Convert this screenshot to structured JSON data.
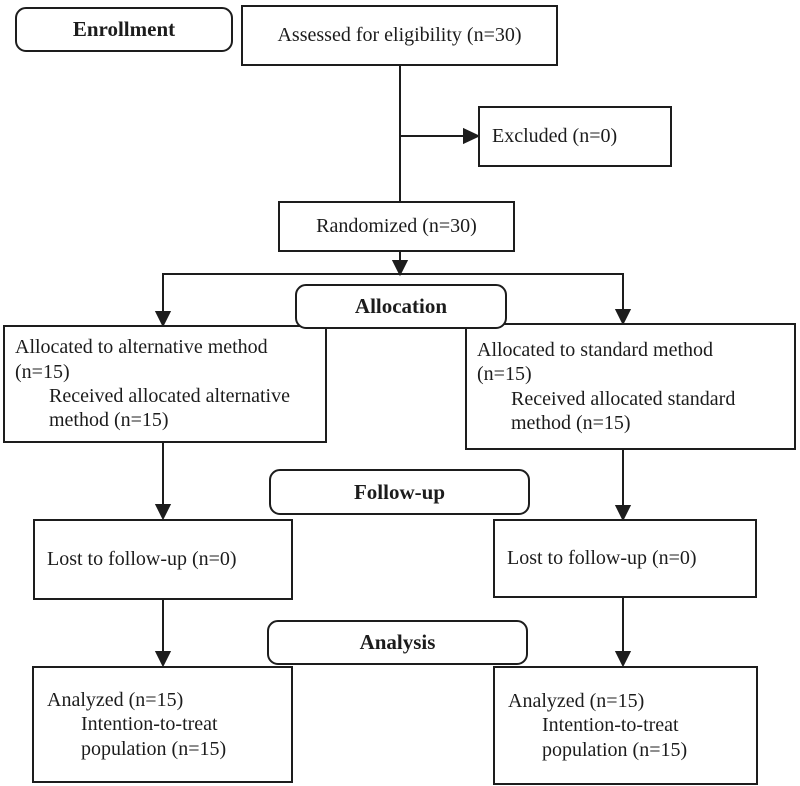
{
  "figure": {
    "type": "consort-flow-diagram",
    "stage_labels": {
      "enrollment": "Enrollment",
      "allocation": "Allocation",
      "followup": "Follow-up",
      "analysis": "Analysis"
    },
    "boxes": {
      "assessed": "Assessed for eligibility (n=30)",
      "excluded": "Excluded (n=0)",
      "randomized": "Randomized (n=30)",
      "alloc_left": {
        "lines": [
          "Allocated to alternative method",
          "(n=15)",
          "Received allocated alternative",
          "method (n=15)"
        ]
      },
      "alloc_right": {
        "lines": [
          "Allocated to standard method",
          "(n=15)",
          "Received allocated standard",
          "method (n=15)"
        ]
      },
      "lost_left": "Lost to follow-up (n=0)",
      "lost_right": "Lost to follow-up (n=0)",
      "analyzed_left": {
        "lines": [
          "Analyzed (n=15)",
          "Intention-to-treat",
          "population (n=15)"
        ]
      },
      "analyzed_right": {
        "lines": [
          "Analyzed (n=15)",
          "Intention-to-treat",
          "population (n=15)"
        ]
      }
    },
    "colors": {
      "line": "#1d1d1d",
      "text": "#1c1c1c",
      "background": "#ffffff"
    }
  }
}
